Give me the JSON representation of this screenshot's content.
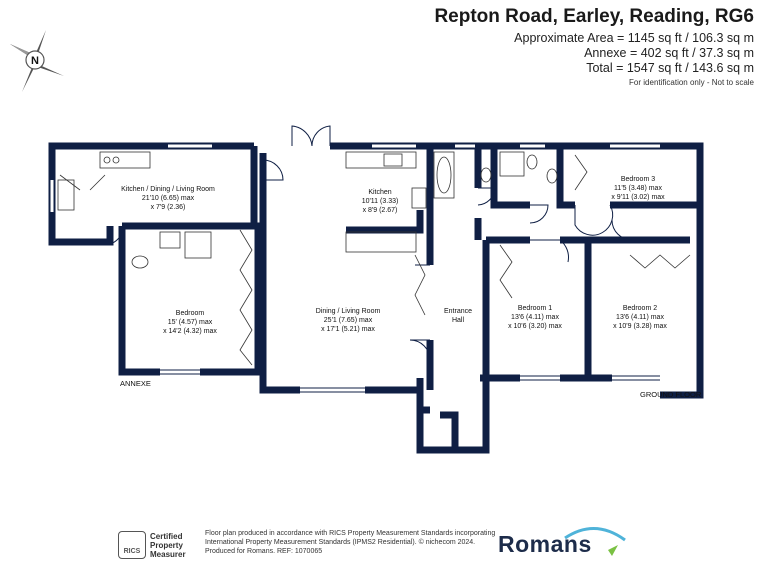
{
  "header": {
    "title": "Repton Road, Earley, Reading, RG6",
    "approx_area": "Approximate Area = 1145 sq ft / 106.3 sq m",
    "annexe_area": "Annexe = 402 sq ft / 37.3 sq m",
    "total_area": "Total = 1547 sq ft / 143.6 sq m",
    "note": "For identification only - Not to scale"
  },
  "compass": {
    "label": "N"
  },
  "rooms": {
    "kitchen_dining": {
      "name": "Kitchen / Dining / Living Room",
      "dim1": "21'10 (6.65) max",
      "dim2": "x 7'9 (2.36)"
    },
    "annexe_bedroom": {
      "name": "Bedroom",
      "dim1": "15' (4.57) max",
      "dim2": "x 14'2 (4.32) max"
    },
    "kitchen": {
      "name": "Kitchen",
      "dim1": "10'11 (3.33)",
      "dim2": "x 8'9 (2.67)"
    },
    "dining_living": {
      "name": "Dining / Living Room",
      "dim1": "25'1 (7.65) max",
      "dim2": "x 17'1 (5.21) max"
    },
    "entrance_hall": {
      "name1": "Entrance",
      "name2": "Hall"
    },
    "bedroom1": {
      "name": "Bedroom 1",
      "dim1": "13'6 (4.11) max",
      "dim2": "x 10'6 (3.20) max"
    },
    "bedroom2": {
      "name": "Bedroom 2",
      "dim1": "13'6 (4.11) max",
      "dim2": "x 10'9 (3.28) max"
    },
    "bedroom3": {
      "name": "Bedroom 3",
      "dim1": "11'5 (3.48) max",
      "dim2": "x 9'11 (3.02) max"
    }
  },
  "labels": {
    "annexe": "ANNEXE",
    "ground_floor": "GROUND FLOOR"
  },
  "footer": {
    "rics_badge": "RICS",
    "rics_line1": "Certified",
    "rics_line2": "Property",
    "rics_line3": "Measurer",
    "line1": "Floor plan produced in accordance with RICS Property Measurement Standards incorporating",
    "line2": "International Property Measurement Standards (IPMS2 Residential). © nichecom 2024.",
    "line3": "Produced for Romans.   REF: 1070065",
    "brand": "Romans"
  },
  "colors": {
    "wall": "#0f1f44",
    "brand": "#1d2c4a",
    "accent": "#4fb3d9"
  }
}
